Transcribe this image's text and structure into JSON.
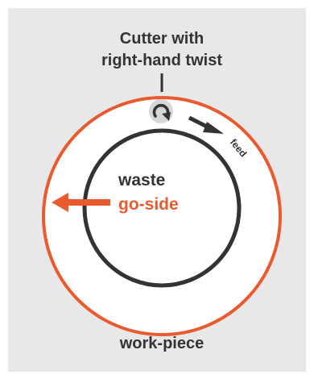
{
  "diagram": {
    "cutter_label_line1": "Cutter with",
    "cutter_label_line2": "right-hand twist",
    "feed_label": "feed",
    "waste_label": "waste",
    "goside_label": "go-side",
    "workpiece_label": "work-piece",
    "colors": {
      "panel": "#e8e8e8",
      "accent": "#ea5a2f",
      "dark": "#333333",
      "cutter_fill": "#d7d7d7",
      "workpiece_fill": "#ffffff"
    },
    "icons": {
      "cutter": "clockwise-rotation-icon",
      "feed": "feed-arrow-icon",
      "goside": "left-arrow-icon"
    }
  }
}
